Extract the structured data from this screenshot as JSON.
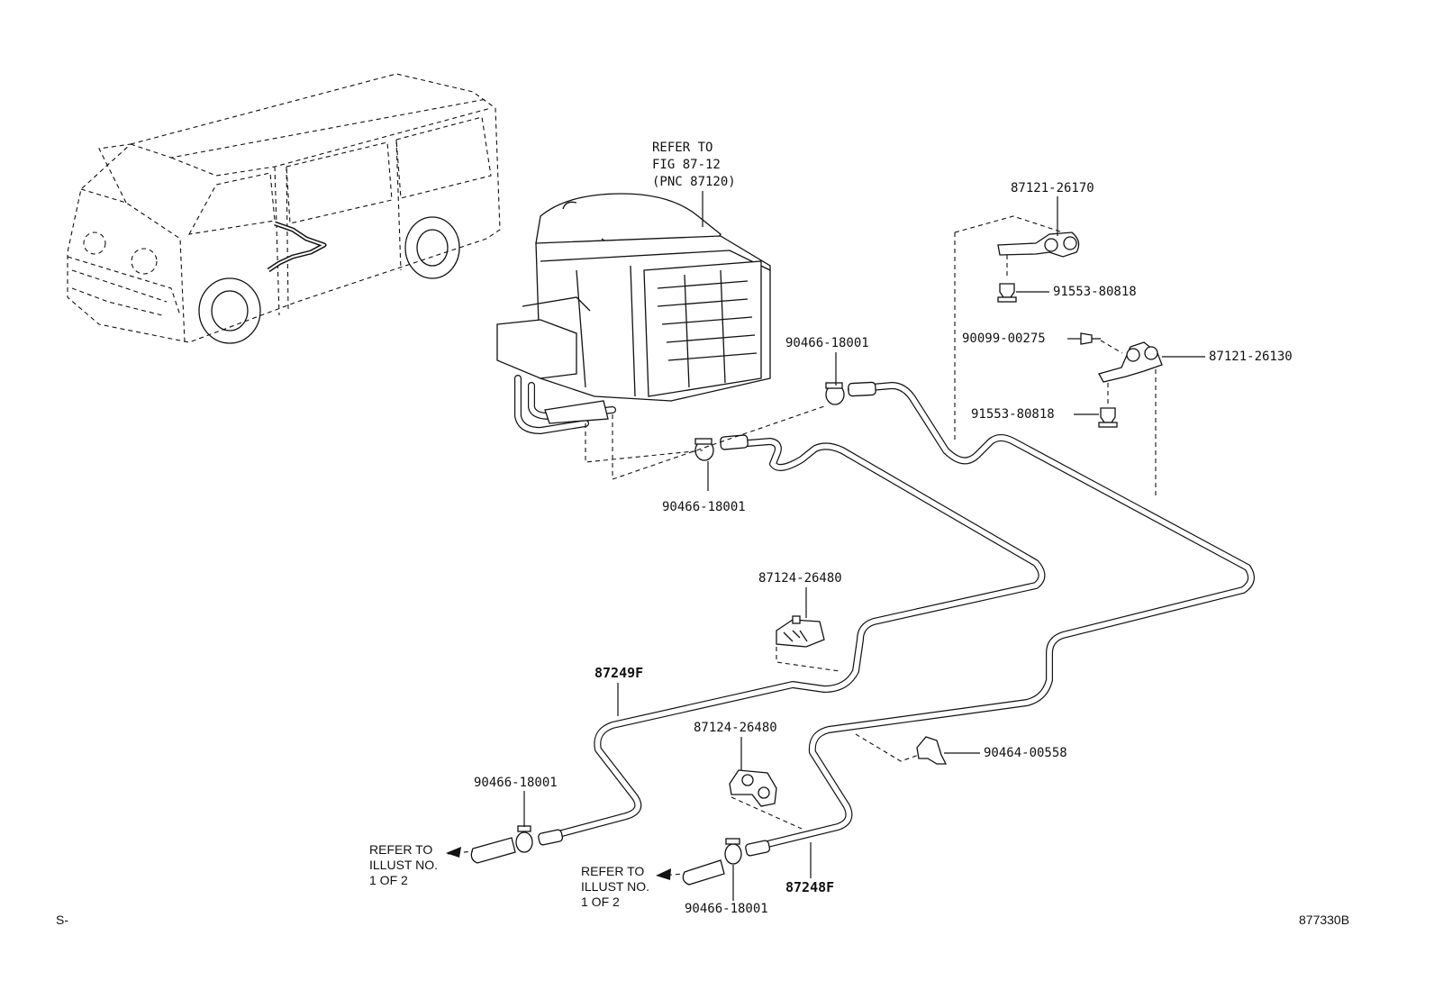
{
  "refer_fig": {
    "line1": "REFER TO",
    "line2": "FIG 87-12",
    "line3": "(PNC 87120)"
  },
  "parts": {
    "clamp_top": "87121-26170",
    "bolt_top": "91553-80818",
    "screw": "90099-00275",
    "clamp_right": "87121-26130",
    "bolt_mid": "91553-80818",
    "hose_clip_upper": "90466-18001",
    "hose_clip_mid": "90466-18001",
    "pipe_clamp_upper": "87124-26480",
    "pipe_clamp_lower": "87124-26480",
    "pipe_left": "87249F",
    "pipe_right": "87248F",
    "clip_right": "90464-00558",
    "hose_clip_left": "90466-18001",
    "hose_clip_bottom": "90466-18001"
  },
  "refer_left": {
    "line1": "REFER TO",
    "line2": "ILLUST NO.",
    "line3": "1 OF 2"
  },
  "refer_right": {
    "line1": "REFER TO",
    "line2": "ILLUST NO.",
    "line3": "1 OF 2"
  },
  "footer": {
    "left": "S-",
    "right": "877330B"
  }
}
